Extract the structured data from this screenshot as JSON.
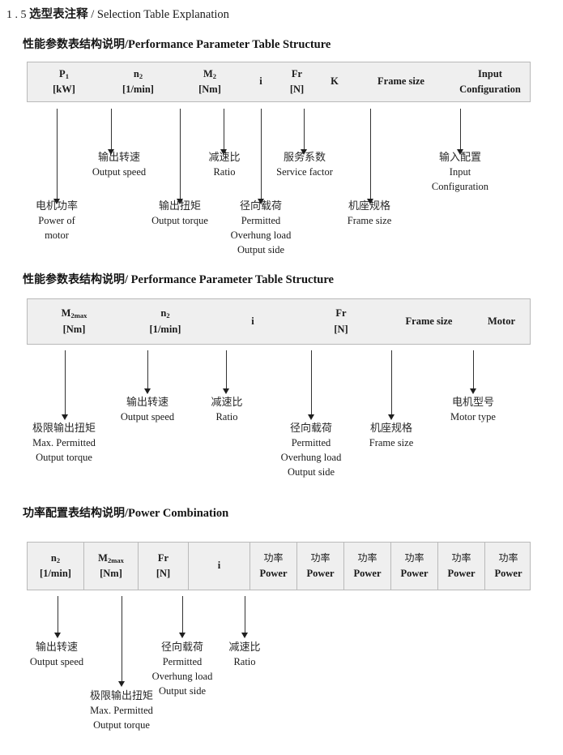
{
  "doc": {
    "title_number": "1 . 5",
    "title_cn": "选型表注释",
    "title_sep": "/",
    "title_en": "Selection Table Explanation"
  },
  "sections": [
    {
      "heading_cn": "性能参数表结构说明",
      "heading_sep": "/",
      "heading_en": "Performance Parameter Table Structure",
      "columns": [
        {
          "sym": "P",
          "sub": "1",
          "unit": "[kW]"
        },
        {
          "sym": "n",
          "sub": "2",
          "unit": "[1/min]"
        },
        {
          "sym": "M",
          "sub": "2",
          "unit": "[Nm]"
        },
        {
          "sym": "i",
          "sub": "",
          "unit": ""
        },
        {
          "sym": "Fr",
          "sub": "",
          "unit": "[N]"
        },
        {
          "sym": "K",
          "sub": "",
          "unit": ""
        },
        {
          "sym": "Frame size",
          "sub": "",
          "unit": ""
        },
        {
          "sym": "Input",
          "sub": "",
          "unit": "Configuration"
        }
      ],
      "notes": [
        {
          "cn": "电机功率",
          "en": [
            "Power of",
            "motor"
          ]
        },
        {
          "cn": "输出转速",
          "en": [
            "Output speed"
          ]
        },
        {
          "cn": "输出扭矩",
          "en": [
            "Output torque"
          ]
        },
        {
          "cn": "减速比",
          "en": [
            "Ratio"
          ]
        },
        {
          "cn": "径向载荷",
          "en": [
            "Permitted",
            "Overhung load",
            "Output side"
          ]
        },
        {
          "cn": "服务系数",
          "en": [
            "Service factor"
          ]
        },
        {
          "cn": "机座规格",
          "en": [
            "Frame size"
          ]
        },
        {
          "cn": "输入配置",
          "en": [
            "Input",
            "Configuration"
          ]
        }
      ]
    },
    {
      "heading_cn": "性能参数表结构说明",
      "heading_sep": "/",
      "heading_en": "Performance Parameter Table Structure",
      "columns": [
        {
          "sym": "M",
          "sub": "2max",
          "unit": "[Nm]"
        },
        {
          "sym": "n",
          "sub": "2",
          "unit": "[1/min]"
        },
        {
          "sym": "i",
          "sub": "",
          "unit": ""
        },
        {
          "sym": "Fr",
          "sub": "",
          "unit": "[N]"
        },
        {
          "sym": "Frame size",
          "sub": "",
          "unit": ""
        },
        {
          "sym": "Motor",
          "sub": "",
          "unit": ""
        }
      ],
      "notes": [
        {
          "cn": "极限输出扭矩",
          "en": [
            "Max. Permitted",
            "Output  torque"
          ]
        },
        {
          "cn": "输出转速",
          "en": [
            "Output speed"
          ]
        },
        {
          "cn": "减速比",
          "en": [
            "Ratio"
          ]
        },
        {
          "cn": "径向载荷",
          "en": [
            "Permitted",
            "Overhung load",
            "Output side"
          ]
        },
        {
          "cn": "机座规格",
          "en": [
            "Frame size"
          ]
        },
        {
          "cn": "电机型号",
          "en": [
            "Motor type"
          ]
        }
      ]
    },
    {
      "heading_cn": "功率配置表结构说明",
      "heading_sep": "/",
      "heading_en": "Power Combination",
      "columns": [
        {
          "sym": "n",
          "sub": "2",
          "unit": "[1/min]"
        },
        {
          "sym": "M",
          "sub": "2max",
          "unit": "[Nm]"
        },
        {
          "sym": "Fr",
          "sub": "",
          "unit": "[N]"
        },
        {
          "sym": "i",
          "sub": "",
          "unit": ""
        },
        {
          "cn": "功率",
          "sym": "",
          "sub": "",
          "unit": "Power"
        },
        {
          "cn": "功率",
          "sym": "",
          "sub": "",
          "unit": "Power"
        },
        {
          "cn": "功率",
          "sym": "",
          "sub": "",
          "unit": "Power"
        },
        {
          "cn": "功率",
          "sym": "",
          "sub": "",
          "unit": "Power"
        },
        {
          "cn": "功率",
          "sym": "",
          "sub": "",
          "unit": "Power"
        },
        {
          "cn": "功率",
          "sym": "",
          "sub": "",
          "unit": "Power"
        }
      ],
      "notes": [
        {
          "cn": "输出转速",
          "en": [
            "Output speed"
          ]
        },
        {
          "cn": "极限输出扭矩",
          "en": [
            "Max. Permitted",
            "Output  torque"
          ]
        },
        {
          "cn": "径向载荷",
          "en": [
            "Permitted",
            "Overhung load",
            "Output side"
          ]
        },
        {
          "cn": "减速比",
          "en": [
            "Ratio"
          ]
        }
      ]
    }
  ]
}
